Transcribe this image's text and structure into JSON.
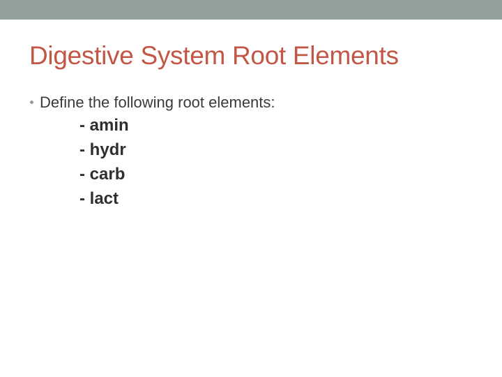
{
  "slide": {
    "title": "Digestive System Root Elements",
    "bullet_text": "Define the following root elements:",
    "root_elements": [
      "- amin",
      "- hydr",
      "- carb",
      "- lact"
    ],
    "colors": {
      "banner": "#92a199",
      "title": "#c25746",
      "body_text": "#3a3a3a",
      "item_text": "#2f2f2f",
      "bullet_dot": "#949e98",
      "background": "#ffffff"
    }
  }
}
